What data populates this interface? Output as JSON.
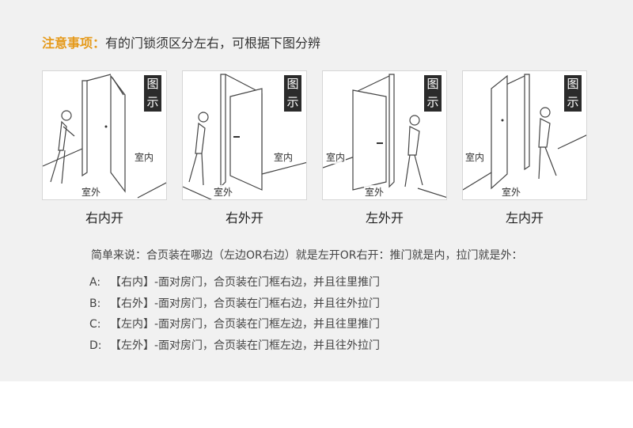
{
  "notice": {
    "label": "注意事项：",
    "text": "有的门锁须区分左右，可根据下图分辨"
  },
  "cards": [
    {
      "badge": [
        "图",
        "示"
      ],
      "indoor": "室内",
      "outdoor": "室外",
      "caption": "右内开"
    },
    {
      "badge": [
        "图",
        "示"
      ],
      "indoor": "室内",
      "outdoor": "室外",
      "caption": "右外开"
    },
    {
      "badge": [
        "图",
        "示"
      ],
      "indoor": "室内",
      "outdoor": "室外",
      "caption": "左外开"
    },
    {
      "badge": [
        "图",
        "示"
      ],
      "indoor": "室内",
      "outdoor": "室外",
      "caption": "左内开"
    }
  ],
  "summary": "简单来说：合页装在哪边（左边OR右边）就是左开OR右开：推门就是内，拉门就是外：",
  "rules": [
    {
      "key": "A:",
      "text": "【右内】-面对房门，合页装在门框右边，并且往里推门"
    },
    {
      "key": "B:",
      "text": "【右外】-面对房门，合页装在门框右边，并且往外拉门"
    },
    {
      "key": "C:",
      "text": "【左内】-面对房门，合页装在门框左边，并且往里推门"
    },
    {
      "key": "D:",
      "text": "【左外】-面对房门，合页装在门框左边，并且往外拉门"
    }
  ]
}
